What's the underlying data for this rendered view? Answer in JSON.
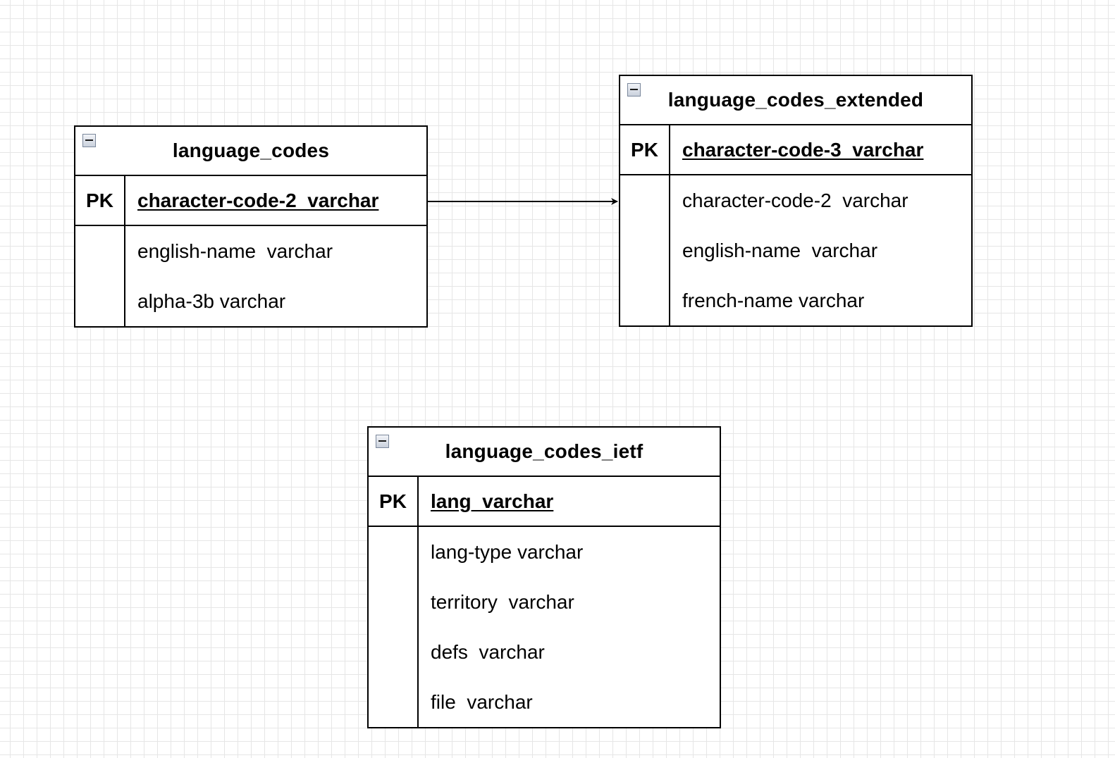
{
  "diagram": {
    "entities": [
      {
        "id": "language_codes",
        "title": "language_codes",
        "key_label": "PK",
        "primary_key": "character-code-2  varchar",
        "attributes": [
          "english-name  varchar",
          "alpha-3b varchar"
        ]
      },
      {
        "id": "language_codes_extended",
        "title": "language_codes_extended",
        "key_label": "PK",
        "primary_key": "character-code-3  varchar",
        "attributes": [
          "character-code-2  varchar",
          "english-name  varchar",
          "french-name varchar"
        ]
      },
      {
        "id": "language_codes_ietf",
        "title": "language_codes_ietf",
        "key_label": "PK",
        "primary_key": "lang  varchar",
        "attributes": [
          "lang-type varchar",
          "territory  varchar",
          "defs  varchar",
          "file  varchar"
        ]
      }
    ],
    "relationships": [
      {
        "from": "language_codes",
        "to": "language_codes_extended",
        "style": "arrow"
      }
    ]
  }
}
